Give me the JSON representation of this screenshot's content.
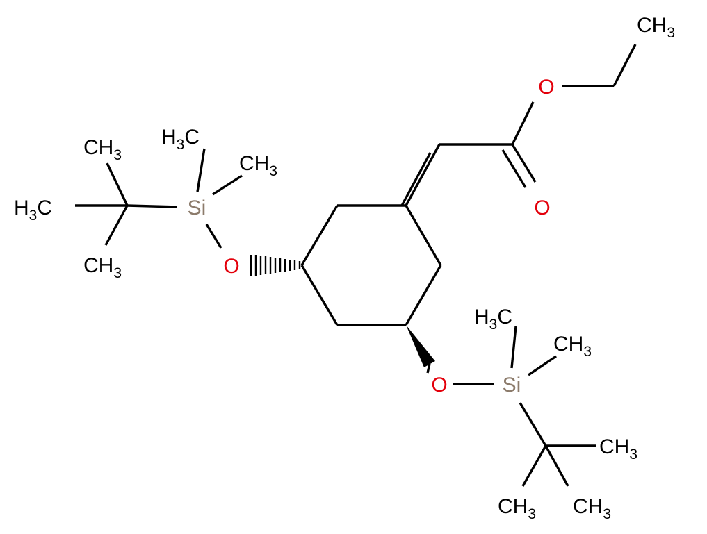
{
  "molecule": {
    "atoms": {
      "o_ether": {
        "label": "O",
        "color": "#e3000b"
      },
      "o_carbonyl": {
        "label": "O",
        "color": "#e3000b"
      },
      "o_silyl_left": {
        "label": "O",
        "color": "#e3000b"
      },
      "o_silyl_right": {
        "label": "O",
        "color": "#e3000b"
      },
      "si_left": {
        "label": "Si",
        "color": "#8c7b6b"
      },
      "si_right": {
        "label": "Si",
        "color": "#8c7b6b"
      }
    },
    "groups": {
      "ethyl_ch3": {
        "main": "CH",
        "sub": "3"
      },
      "left_si_methyl_top": {
        "main": "H",
        "sub": "3",
        "tail": "C"
      },
      "left_si_methyl_right": {
        "main": "CH",
        "sub": "3"
      },
      "left_tbu_ch3_top": {
        "main": "CH",
        "sub": "3"
      },
      "left_tbu_ch3_left": {
        "main": "H",
        "sub": "3",
        "tail": "C"
      },
      "left_tbu_ch3_bottom": {
        "main": "CH",
        "sub": "3"
      },
      "right_si_methyl_top": {
        "main": "H",
        "sub": "3",
        "tail": "C"
      },
      "right_si_methyl_right": {
        "main": "CH",
        "sub": "3"
      },
      "right_tbu_ch3_right": {
        "main": "CH",
        "sub": "3"
      },
      "right_tbu_ch3_bottom_left": {
        "main": "CH",
        "sub": "3"
      },
      "right_tbu_ch3_bottom_right": {
        "main": "CH",
        "sub": "3"
      }
    },
    "colors": {
      "bond": "#000000",
      "carbon_label": "#000000"
    }
  }
}
